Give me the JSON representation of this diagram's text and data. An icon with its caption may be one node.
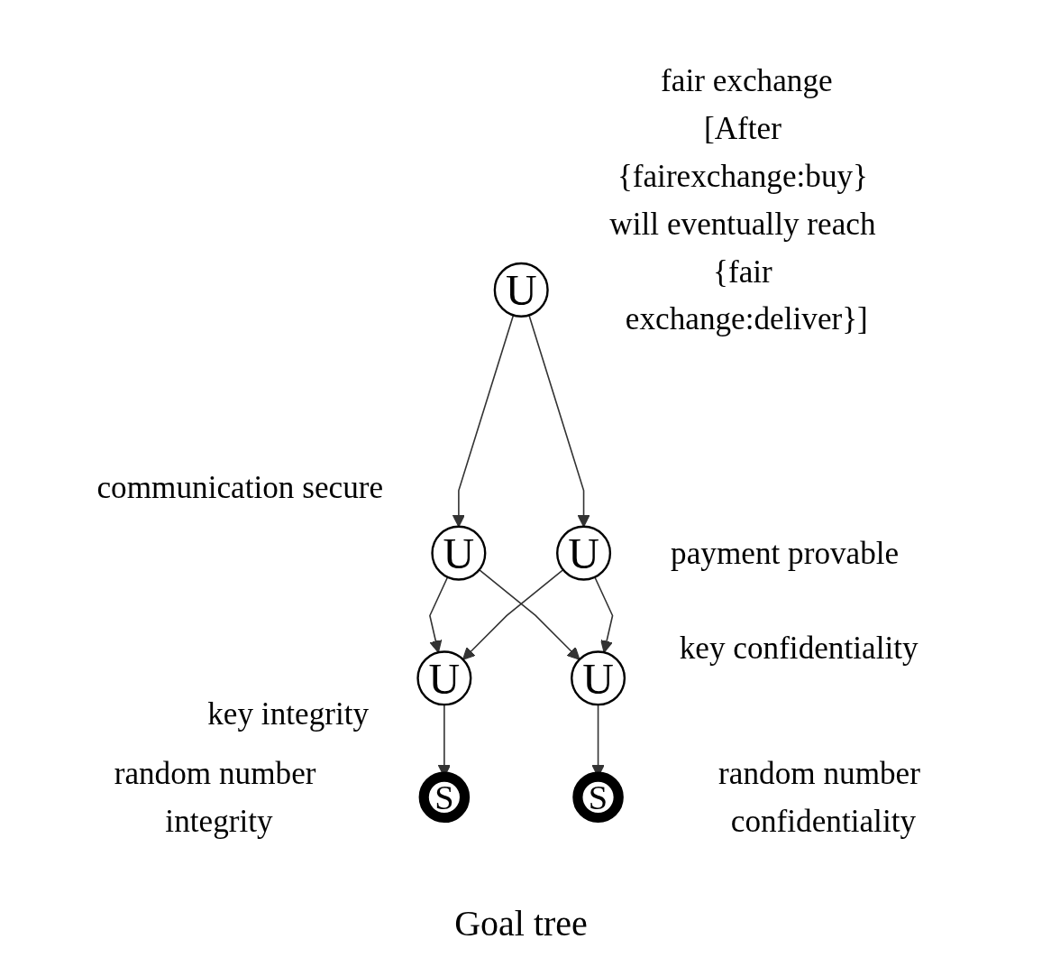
{
  "diagram": {
    "caption": "Goal tree",
    "nodes": [
      {
        "text": [
          "U"
        ],
        "beside": [
          "fair exchange",
          "[After {fairexchange:buy} will eventually reach {fair exchange:deliver}]"
        ]
      },
      {
        "text": [
          "U"
        ],
        "beside": [
          "communication secure"
        ]
      },
      {
        "text": [
          "U"
        ],
        "beside": [
          "payment provable"
        ]
      },
      {
        "text": [
          "U"
        ],
        "beside": [
          "key integrity"
        ]
      },
      {
        "text": [
          "U"
        ],
        "beside": [
          "key confidentiality"
        ]
      },
      {
        "text": [
          "S"
        ],
        "beside": [
          "random number integrity"
        ]
      },
      {
        "text": [
          "S"
        ],
        "beside": [
          "random number confidentiality"
        ]
      }
    ],
    "edges": [
      {
        "from": 0,
        "to": 1,
        "arrow": "to"
      },
      {
        "from": 0,
        "to": 2,
        "arrow": "to"
      },
      {
        "from": 1,
        "to": 3,
        "arrow": "to"
      },
      {
        "from": 1,
        "to": 4,
        "arrow": "to"
      },
      {
        "from": 2,
        "to": 3,
        "arrow": "to"
      },
      {
        "from": 2,
        "to": 4,
        "arrow": "to"
      },
      {
        "from": 3,
        "to": 5,
        "arrow": "to"
      },
      {
        "from": 4,
        "to": 6,
        "arrow": "to"
      }
    ]
  }
}
